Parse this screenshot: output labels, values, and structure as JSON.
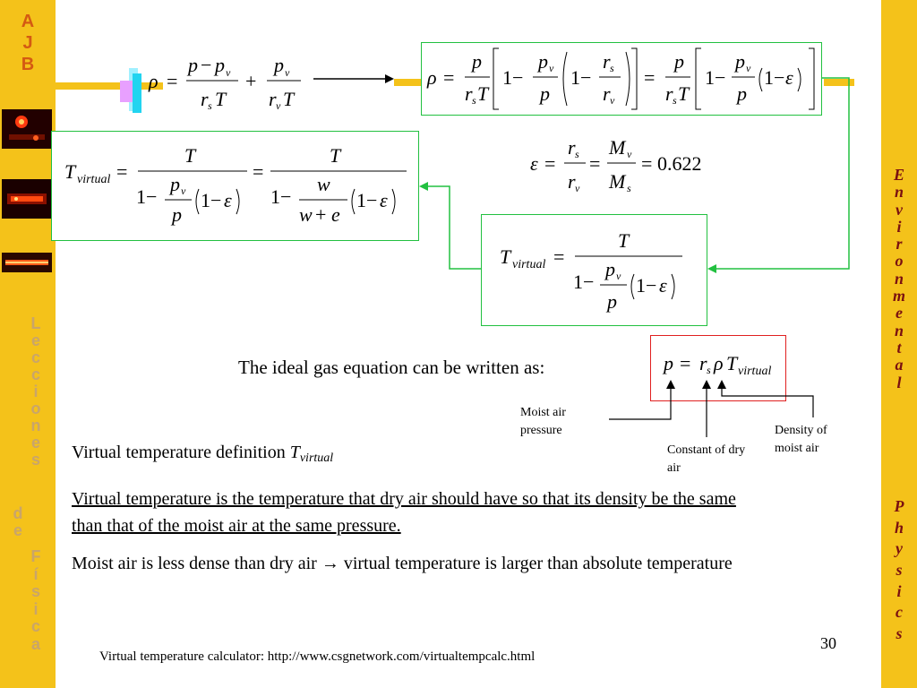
{
  "brand": {
    "left_letters": [
      "A",
      "J",
      "B"
    ],
    "lecciones_letters": [
      "L",
      "e",
      "c",
      "c",
      "i",
      "o",
      "n",
      "e",
      "s"
    ],
    "de_letters": [
      "d",
      "e"
    ],
    "fisica_letters": [
      "F",
      "í",
      "s",
      "i",
      "c",
      "a"
    ],
    "environmental_letters": [
      "E",
      "n",
      "v",
      "i",
      "r",
      "o",
      "n",
      "m",
      "e",
      "n",
      "t",
      "a",
      "l"
    ],
    "physics_letters": [
      "P",
      "h",
      "y",
      "s",
      "i",
      "c",
      "s"
    ]
  },
  "colors": {
    "sidebar": "#f4c21a",
    "box_border": "#22c040",
    "highlight_border": "#e02020",
    "arrow_green": "#22c040"
  },
  "text": {
    "ideal_gas_intro": "The ideal gas equation can be written as:",
    "label_moist_air_pressure": "Moist air pressure",
    "label_constant_dry_air": "Constant of dry air",
    "label_density_moist_air": "Density of moist air",
    "definition_prefix": "Virtual temperature definition",
    "definition_symbol": "T",
    "definition_subscript": "virtual",
    "definition_sentence": "Virtual temperature is the temperature that dry air should have so that its density be the same than that of the moist air at the same pressure.",
    "moist_air_prefix": "Moist air is less dense than dry air",
    "moist_air_suffix": "virtual temperature is larger than absolute temperature",
    "page_number": "30",
    "calculator_label": "Virtual temperature calculator:",
    "calculator_url": "http://www.csgnetwork.com/virtualtempcalc.html"
  },
  "equations": {
    "epsilon_value": "0.622"
  }
}
